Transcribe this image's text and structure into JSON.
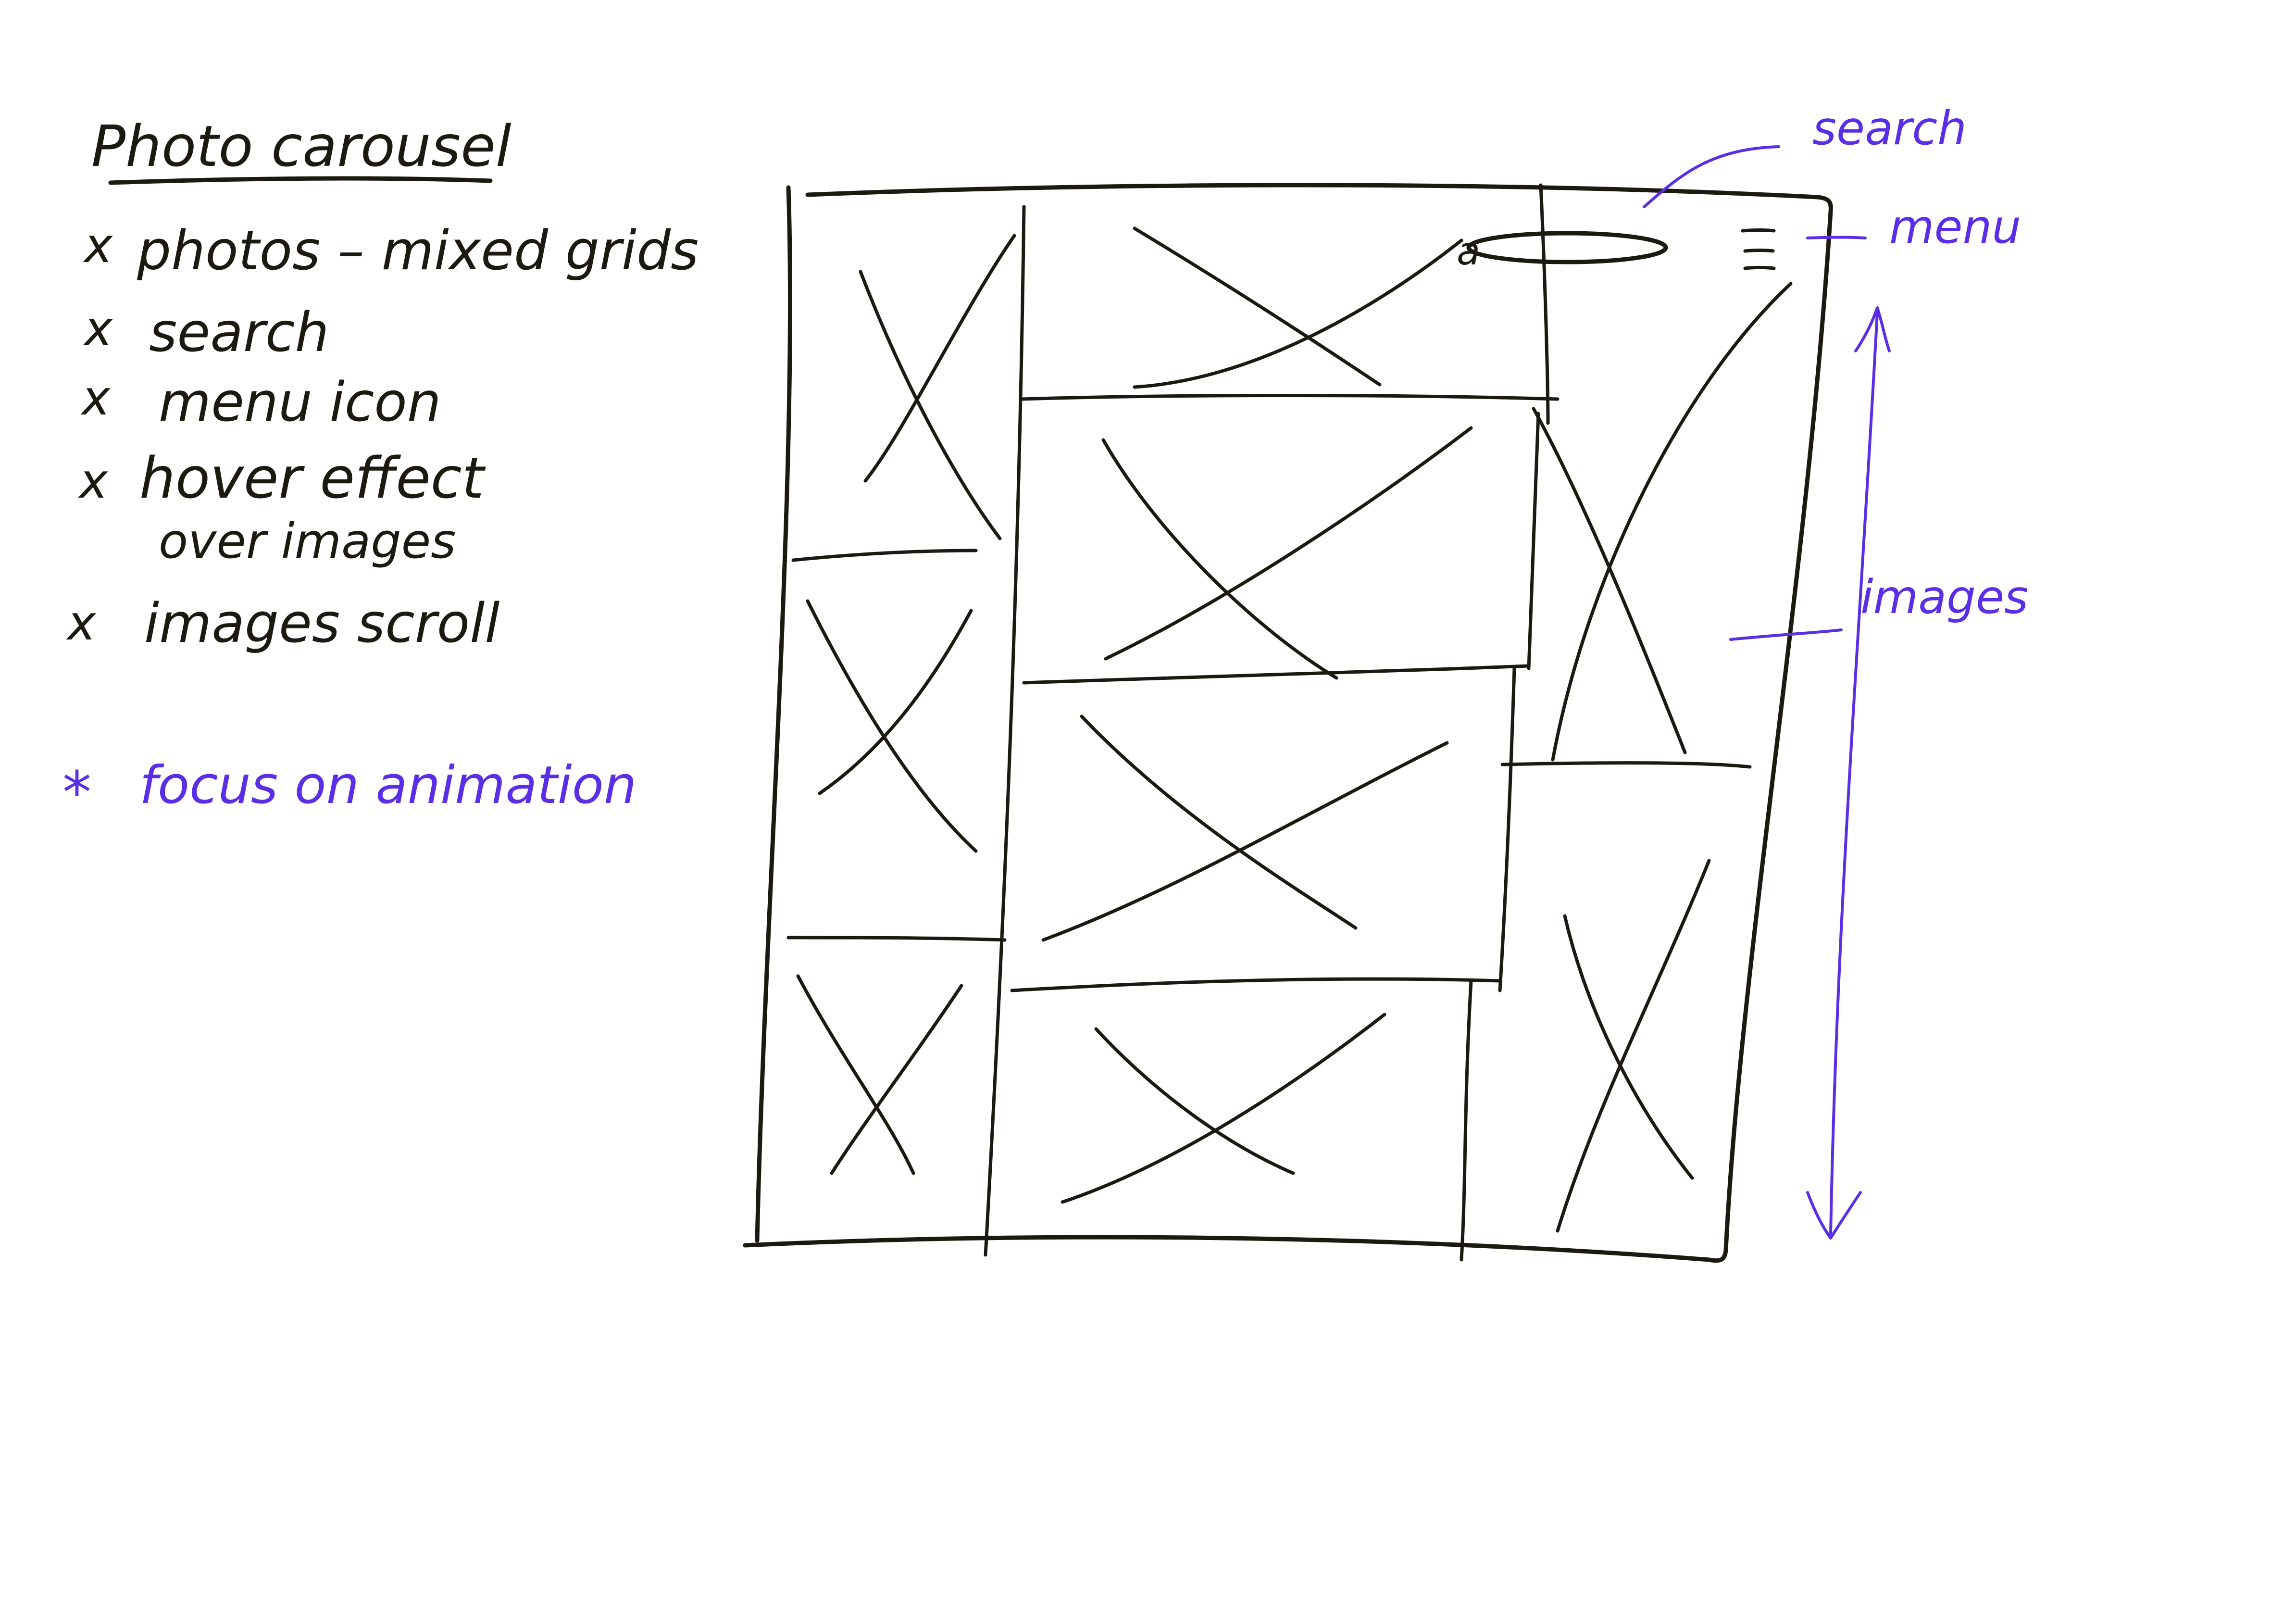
{
  "notes": {
    "title": "Photo carousel",
    "items": [
      "photos – mixed grids",
      "search",
      "menu icon",
      "hover effect",
      "over images",
      "images scroll"
    ],
    "bullet": "x",
    "focus_marker": "*",
    "focus_note": "focus on animation"
  },
  "annotations": {
    "search": "search",
    "menu": "menu",
    "images": "images"
  },
  "wireframe": {
    "search_glyph": "a",
    "menu_icon": "menu-icon"
  },
  "colors": {
    "ink": "#1c1a10",
    "annotation": "#5a2ee6"
  }
}
